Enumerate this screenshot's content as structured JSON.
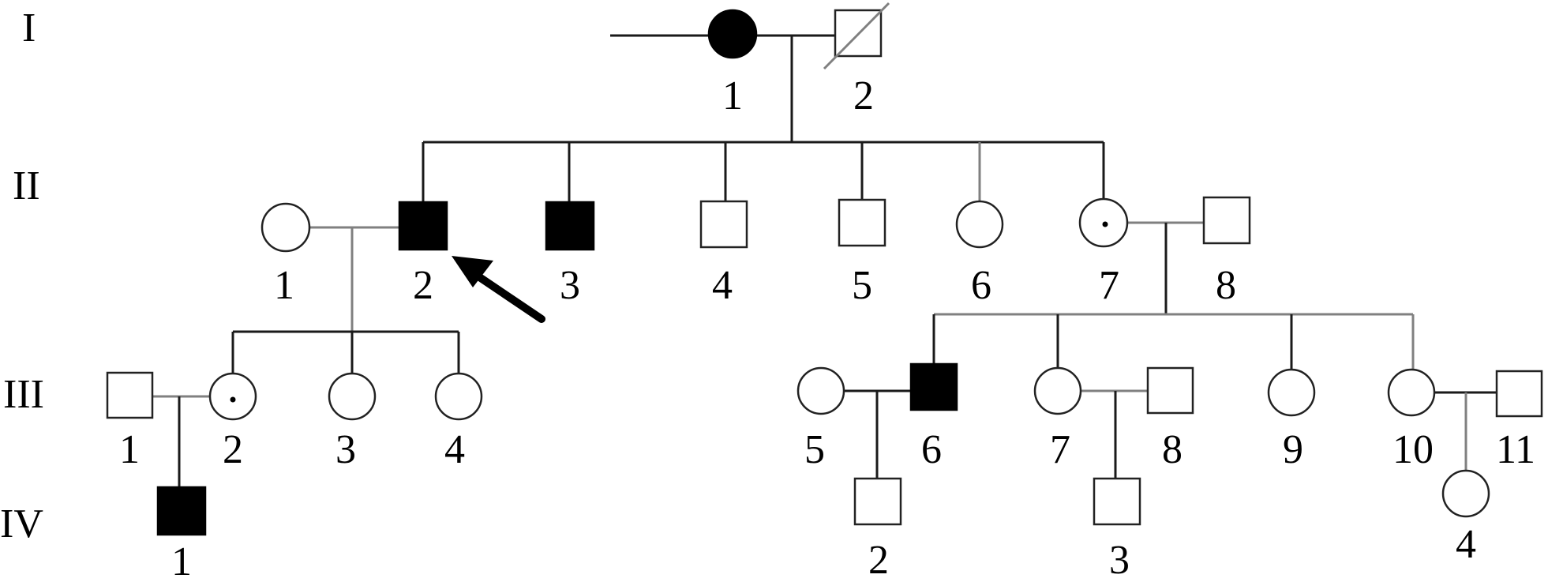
{
  "generations": [
    "I",
    "II",
    "III",
    "IV"
  ],
  "individuals": [
    {
      "id": "I-1",
      "label": "1",
      "sex": "female",
      "affected": true,
      "carrier": false
    },
    {
      "id": "I-2",
      "label": "2",
      "sex": "male",
      "affected": false,
      "carrier": false,
      "deceased": true
    },
    {
      "id": "II-1",
      "label": "1",
      "sex": "female",
      "affected": false,
      "carrier": false
    },
    {
      "id": "II-2",
      "label": "2",
      "sex": "male",
      "affected": true,
      "carrier": false,
      "proband": true
    },
    {
      "id": "II-3",
      "label": "3",
      "sex": "male",
      "affected": true,
      "carrier": false
    },
    {
      "id": "II-4",
      "label": "4",
      "sex": "male",
      "affected": false,
      "carrier": false
    },
    {
      "id": "II-5",
      "label": "5",
      "sex": "male",
      "affected": false,
      "carrier": false
    },
    {
      "id": "II-6",
      "label": "6",
      "sex": "female",
      "affected": false,
      "carrier": false
    },
    {
      "id": "II-7",
      "label": "7",
      "sex": "female",
      "affected": false,
      "carrier": true
    },
    {
      "id": "II-8",
      "label": "8",
      "sex": "male",
      "affected": false,
      "carrier": false
    },
    {
      "id": "III-1",
      "label": "1",
      "sex": "male",
      "affected": false,
      "carrier": false
    },
    {
      "id": "III-2",
      "label": "2",
      "sex": "female",
      "affected": false,
      "carrier": true
    },
    {
      "id": "III-3",
      "label": "3",
      "sex": "female",
      "affected": false,
      "carrier": false
    },
    {
      "id": "III-4",
      "label": "4",
      "sex": "female",
      "affected": false,
      "carrier": false
    },
    {
      "id": "III-5",
      "label": "5",
      "sex": "female",
      "affected": false,
      "carrier": false
    },
    {
      "id": "III-6",
      "label": "6",
      "sex": "male",
      "affected": true,
      "carrier": false
    },
    {
      "id": "III-7",
      "label": "7",
      "sex": "female",
      "affected": false,
      "carrier": false
    },
    {
      "id": "III-8",
      "label": "8",
      "sex": "male",
      "affected": false,
      "carrier": false
    },
    {
      "id": "III-9",
      "label": "9",
      "sex": "female",
      "affected": false,
      "carrier": false
    },
    {
      "id": "III-10",
      "label": "10",
      "sex": "female",
      "affected": false,
      "carrier": false
    },
    {
      "id": "III-11",
      "label": "11",
      "sex": "male",
      "affected": false,
      "carrier": false
    },
    {
      "id": "IV-1",
      "label": "1",
      "sex": "male",
      "affected": true,
      "carrier": false
    },
    {
      "id": "IV-2",
      "label": "2",
      "sex": "male",
      "affected": false,
      "carrier": false
    },
    {
      "id": "IV-3",
      "label": "3",
      "sex": "male",
      "affected": false,
      "carrier": false
    },
    {
      "id": "IV-4",
      "label": "4",
      "sex": "female",
      "affected": false,
      "carrier": false
    }
  ]
}
